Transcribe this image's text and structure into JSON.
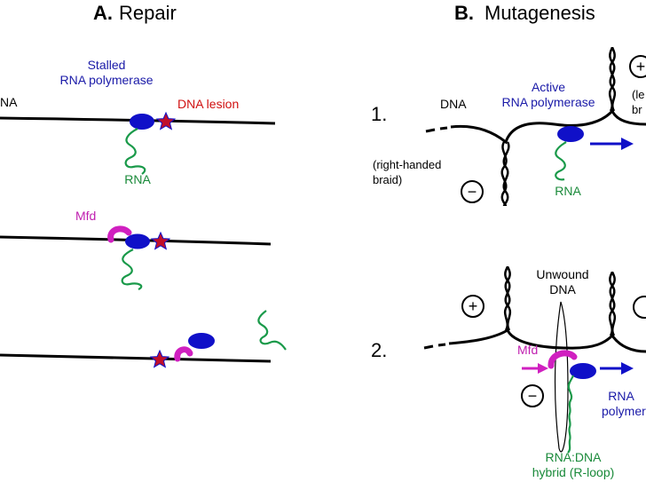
{
  "panel_a": {
    "letter": "A.",
    "title": "Repair",
    "dna_label_partial": "NA",
    "stalled_label_line1": "Stalled",
    "stalled_label_line2": "RNA polymerase",
    "lesion_label": "DNA lesion",
    "rna_label": "RNA",
    "mfd_label": "Mfd"
  },
  "panel_b": {
    "letter": "B.",
    "title": "Mutagenesis",
    "step1_number": "1.",
    "dna_label": "DNA",
    "active_label_line1": "Active",
    "active_label_line2": "RNA polymerase",
    "braid_label_line1": "(right-handed",
    "braid_label_line2": "braid)",
    "left_braid_partial_line1": "(le",
    "left_braid_partial_line2": "br",
    "rna_label": "RNA",
    "step2_number": "2.",
    "unwound_line1": "Unwound",
    "unwound_line2": "DNA",
    "mfd_label": "Mfd",
    "polymerase_line1": "RNA",
    "polymerase_line2": "polymerase",
    "hybrid_line1": "RNA:DNA",
    "hybrid_line2": "hybrid (R-loop)",
    "plus_sign": "+",
    "minus_sign": "−"
  },
  "colors": {
    "dna": "#000000",
    "polymerase": "#1010c8",
    "lesion_star": "#c0102a",
    "lesion_text": "#d01010",
    "rna": "#1a9a4a",
    "mfd": "#d020c0",
    "label_blue": "#1a1aa8",
    "label_green": "#1a8a3a"
  }
}
